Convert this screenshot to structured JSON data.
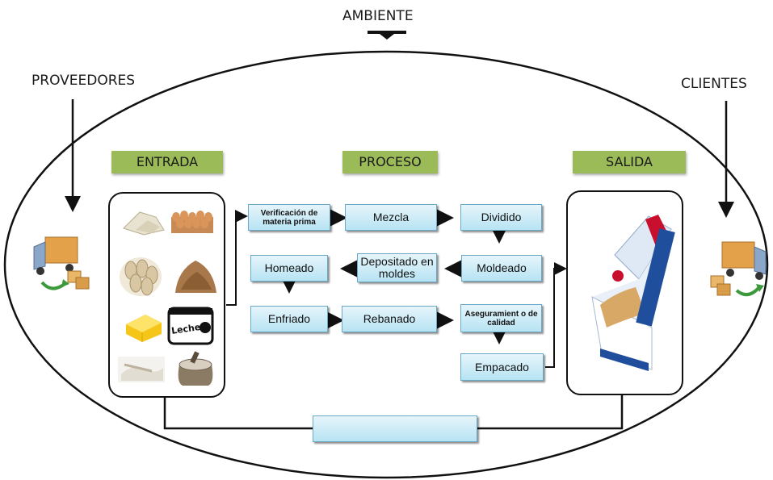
{
  "labels": {
    "ambiente": "AMBIENTE",
    "proveedores": "PROVEEDORES",
    "clientes": "CLIENTES"
  },
  "sections": {
    "entrada": "ENTRADA",
    "proceso": "PROCESO",
    "salida": "SALIDA"
  },
  "steps": {
    "verificacion": "Verificación de materia prima",
    "mezcla": "Mezcla",
    "dividido": "Dividido",
    "homeado": "Homeado",
    "depositado": "Depositado en moldes",
    "moldeado": "Moldeado",
    "enfriado": "Enfriado",
    "rebanado": "Rebanado",
    "aseguramiento": "Aseguramient o de calidad",
    "empacado": "Empacado"
  },
  "inputs_items": [
    "cheese-image",
    "eggs-image",
    "nuts-image",
    "bran-image",
    "butter-image",
    "milk-carton-image",
    "flour-image",
    "sack-image"
  ],
  "milk_label": "Leche",
  "colors": {
    "section_green": "#9bbb59",
    "step_blue": "#b7e3f3"
  }
}
